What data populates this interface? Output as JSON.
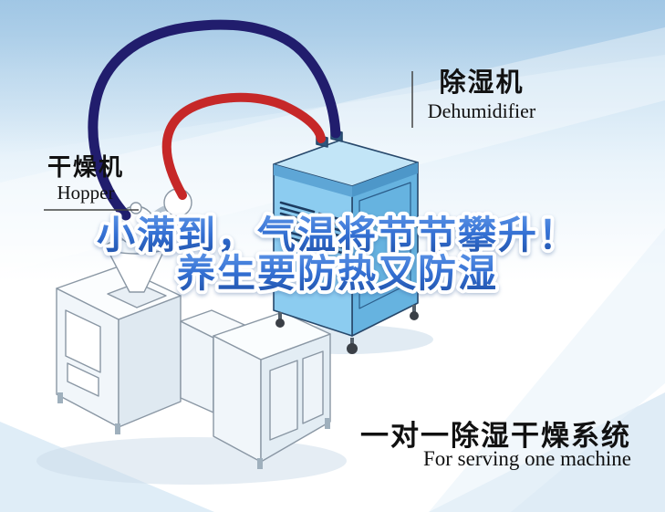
{
  "headline": {
    "line1": "小满到，气温将节节攀升！",
    "line2": "养生要防热又防湿"
  },
  "machine_labels": {
    "dehumidifier_zh": "除湿机",
    "dehumidifier_en": "Dehumidifier",
    "hopper_zh": "干燥机",
    "hopper_en": "Hopper"
  },
  "caption": {
    "zh": "一对一除湿干燥系统",
    "en": "For serving one machine"
  },
  "colors": {
    "headline_blue": "#336fd2",
    "headline_outline": "#ffffff",
    "hose_supply_navy": "#211d6d",
    "hose_return_red": "#c62828",
    "dehumidifier_body": "#8cccf0",
    "background_sky": "#a6cbe8"
  },
  "illustration": {
    "parts": [
      "dehumidifier-unit",
      "hopper-dryer",
      "extruder-machine",
      "navy-hose",
      "red-hose"
    ]
  }
}
